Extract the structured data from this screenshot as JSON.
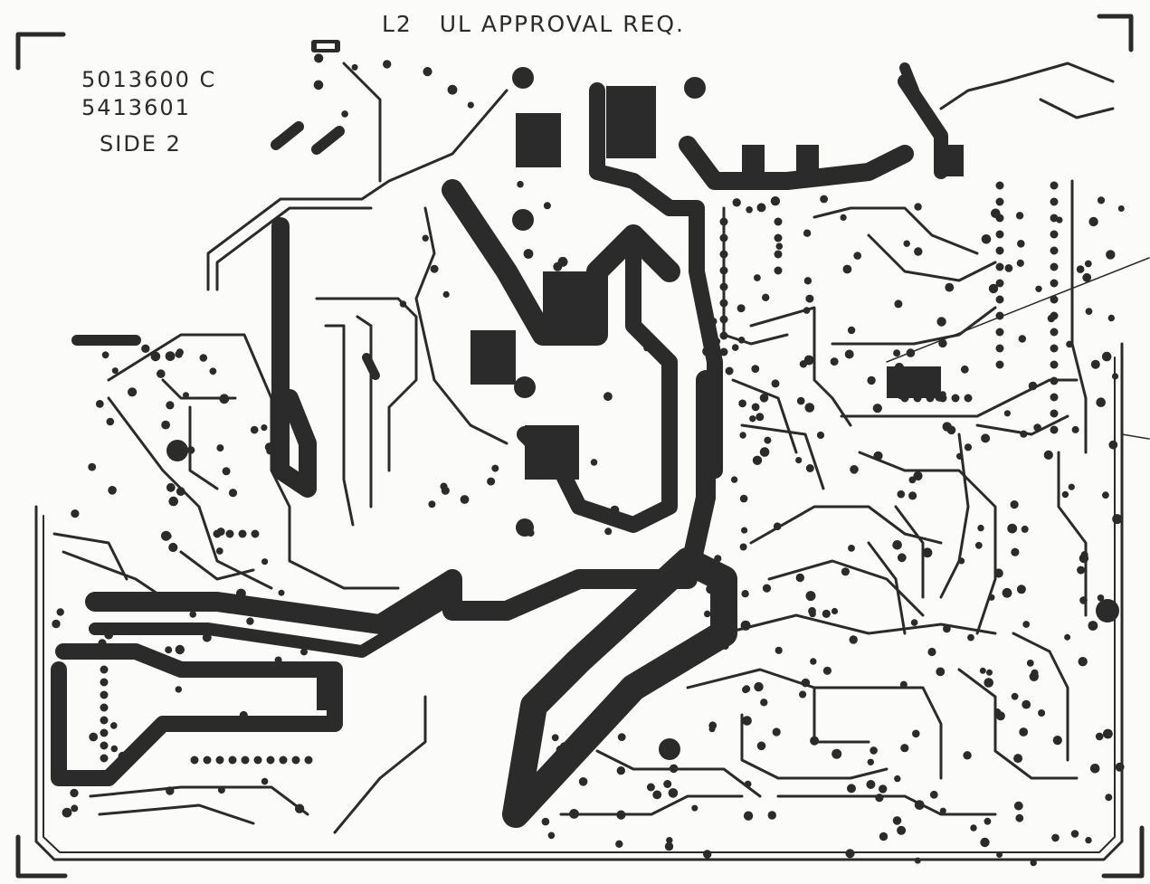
{
  "header": {
    "component": "L2",
    "note": "UL APPROVAL REQ."
  },
  "labels": {
    "part_a": "5013600 C",
    "part_b": "5413601",
    "side": "SIDE 2"
  },
  "colors": {
    "paper": "#fbfbf9",
    "copper": "#2b2b2b"
  }
}
